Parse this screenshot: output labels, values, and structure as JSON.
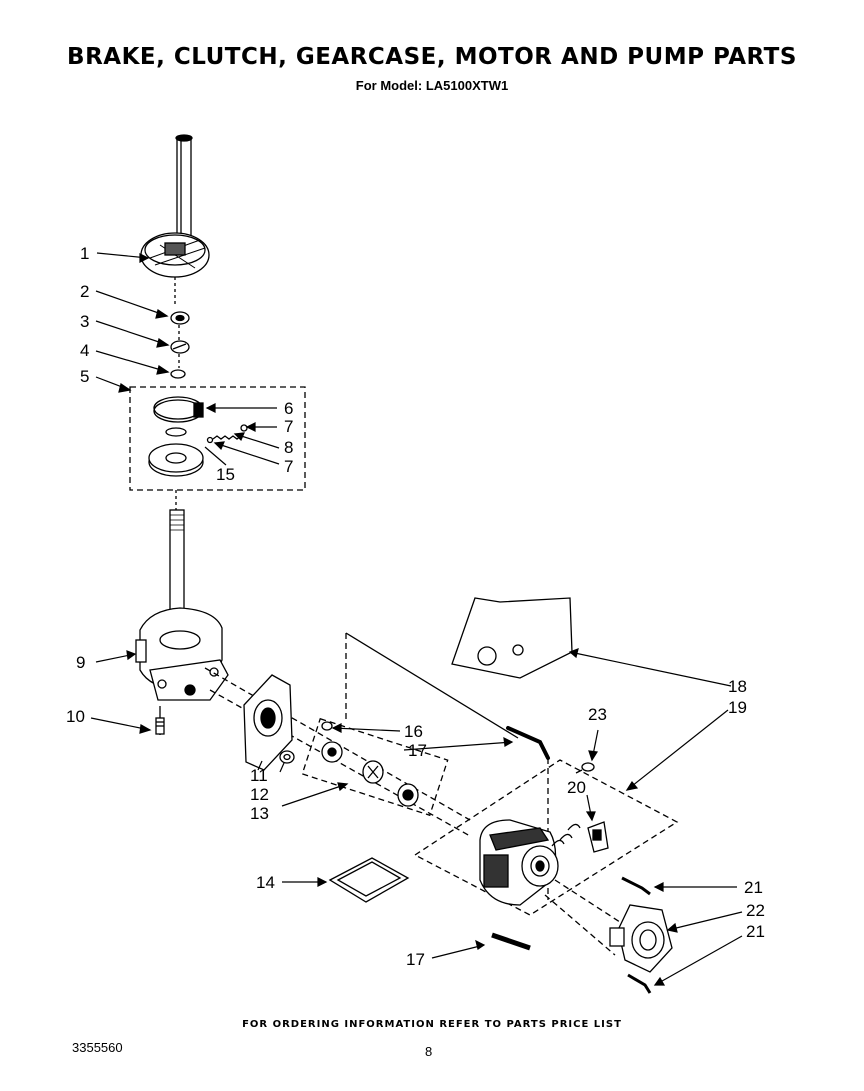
{
  "header": {
    "title": "BRAKE, CLUTCH, GEARCASE, MOTOR AND PUMP PARTS",
    "subtitle": "For Model: LA5100XTW1"
  },
  "footer": {
    "note": "FOR ORDERING INFORMATION REFER TO PARTS PRICE LIST",
    "doc_number": "3355560",
    "page_number": "8"
  },
  "callouts": {
    "c1": "1",
    "c2": "2",
    "c3": "3",
    "c4": "4",
    "c5": "5",
    "c6": "6",
    "c7a": "7",
    "c8": "8",
    "c7b": "7",
    "c15": "15",
    "c9": "9",
    "c10": "10",
    "c11": "11",
    "c12": "12",
    "c13": "13",
    "c14": "14",
    "c16": "16",
    "c17a": "17",
    "c17b": "17",
    "c18": "18",
    "c19": "19",
    "c20": "20",
    "c21a": "21",
    "c22": "22",
    "c21b": "21",
    "c23": "23"
  }
}
